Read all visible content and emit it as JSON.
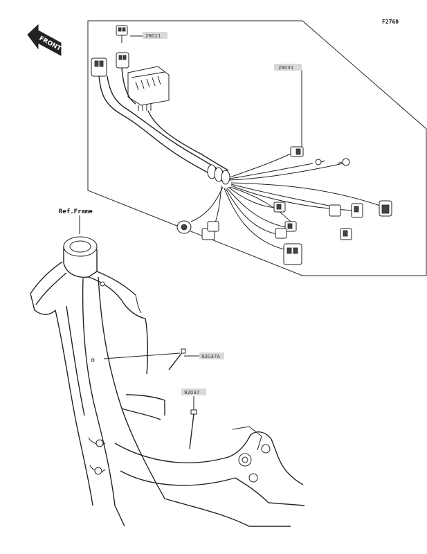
{
  "figure_code": "F2760",
  "front_label": "FRONT",
  "reference": "Ref.Frame",
  "parts": [
    {
      "number": "26011"
    },
    {
      "number": "26031"
    },
    {
      "number": "92037A"
    },
    {
      "number": "92037"
    }
  ]
}
